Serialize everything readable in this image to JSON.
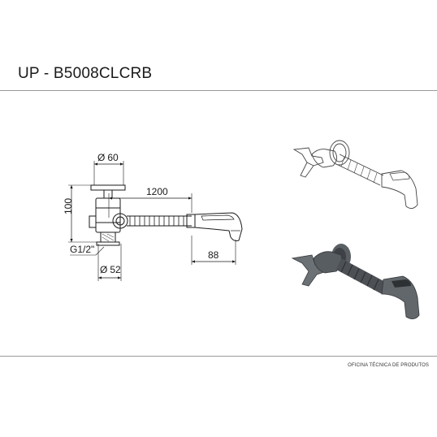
{
  "header": {
    "title": "UP - B5008CLCRB"
  },
  "footer": {
    "text": "OFICINA TÉCNICA DE PRODUTOS"
  },
  "dimensions": {
    "top_diameter": "60",
    "height": "100",
    "hose_length": "1200",
    "thread": "G1/2\"",
    "bottom_diameter": "52",
    "spray_length": "88"
  },
  "symbols": {
    "diameter": "Ø"
  }
}
